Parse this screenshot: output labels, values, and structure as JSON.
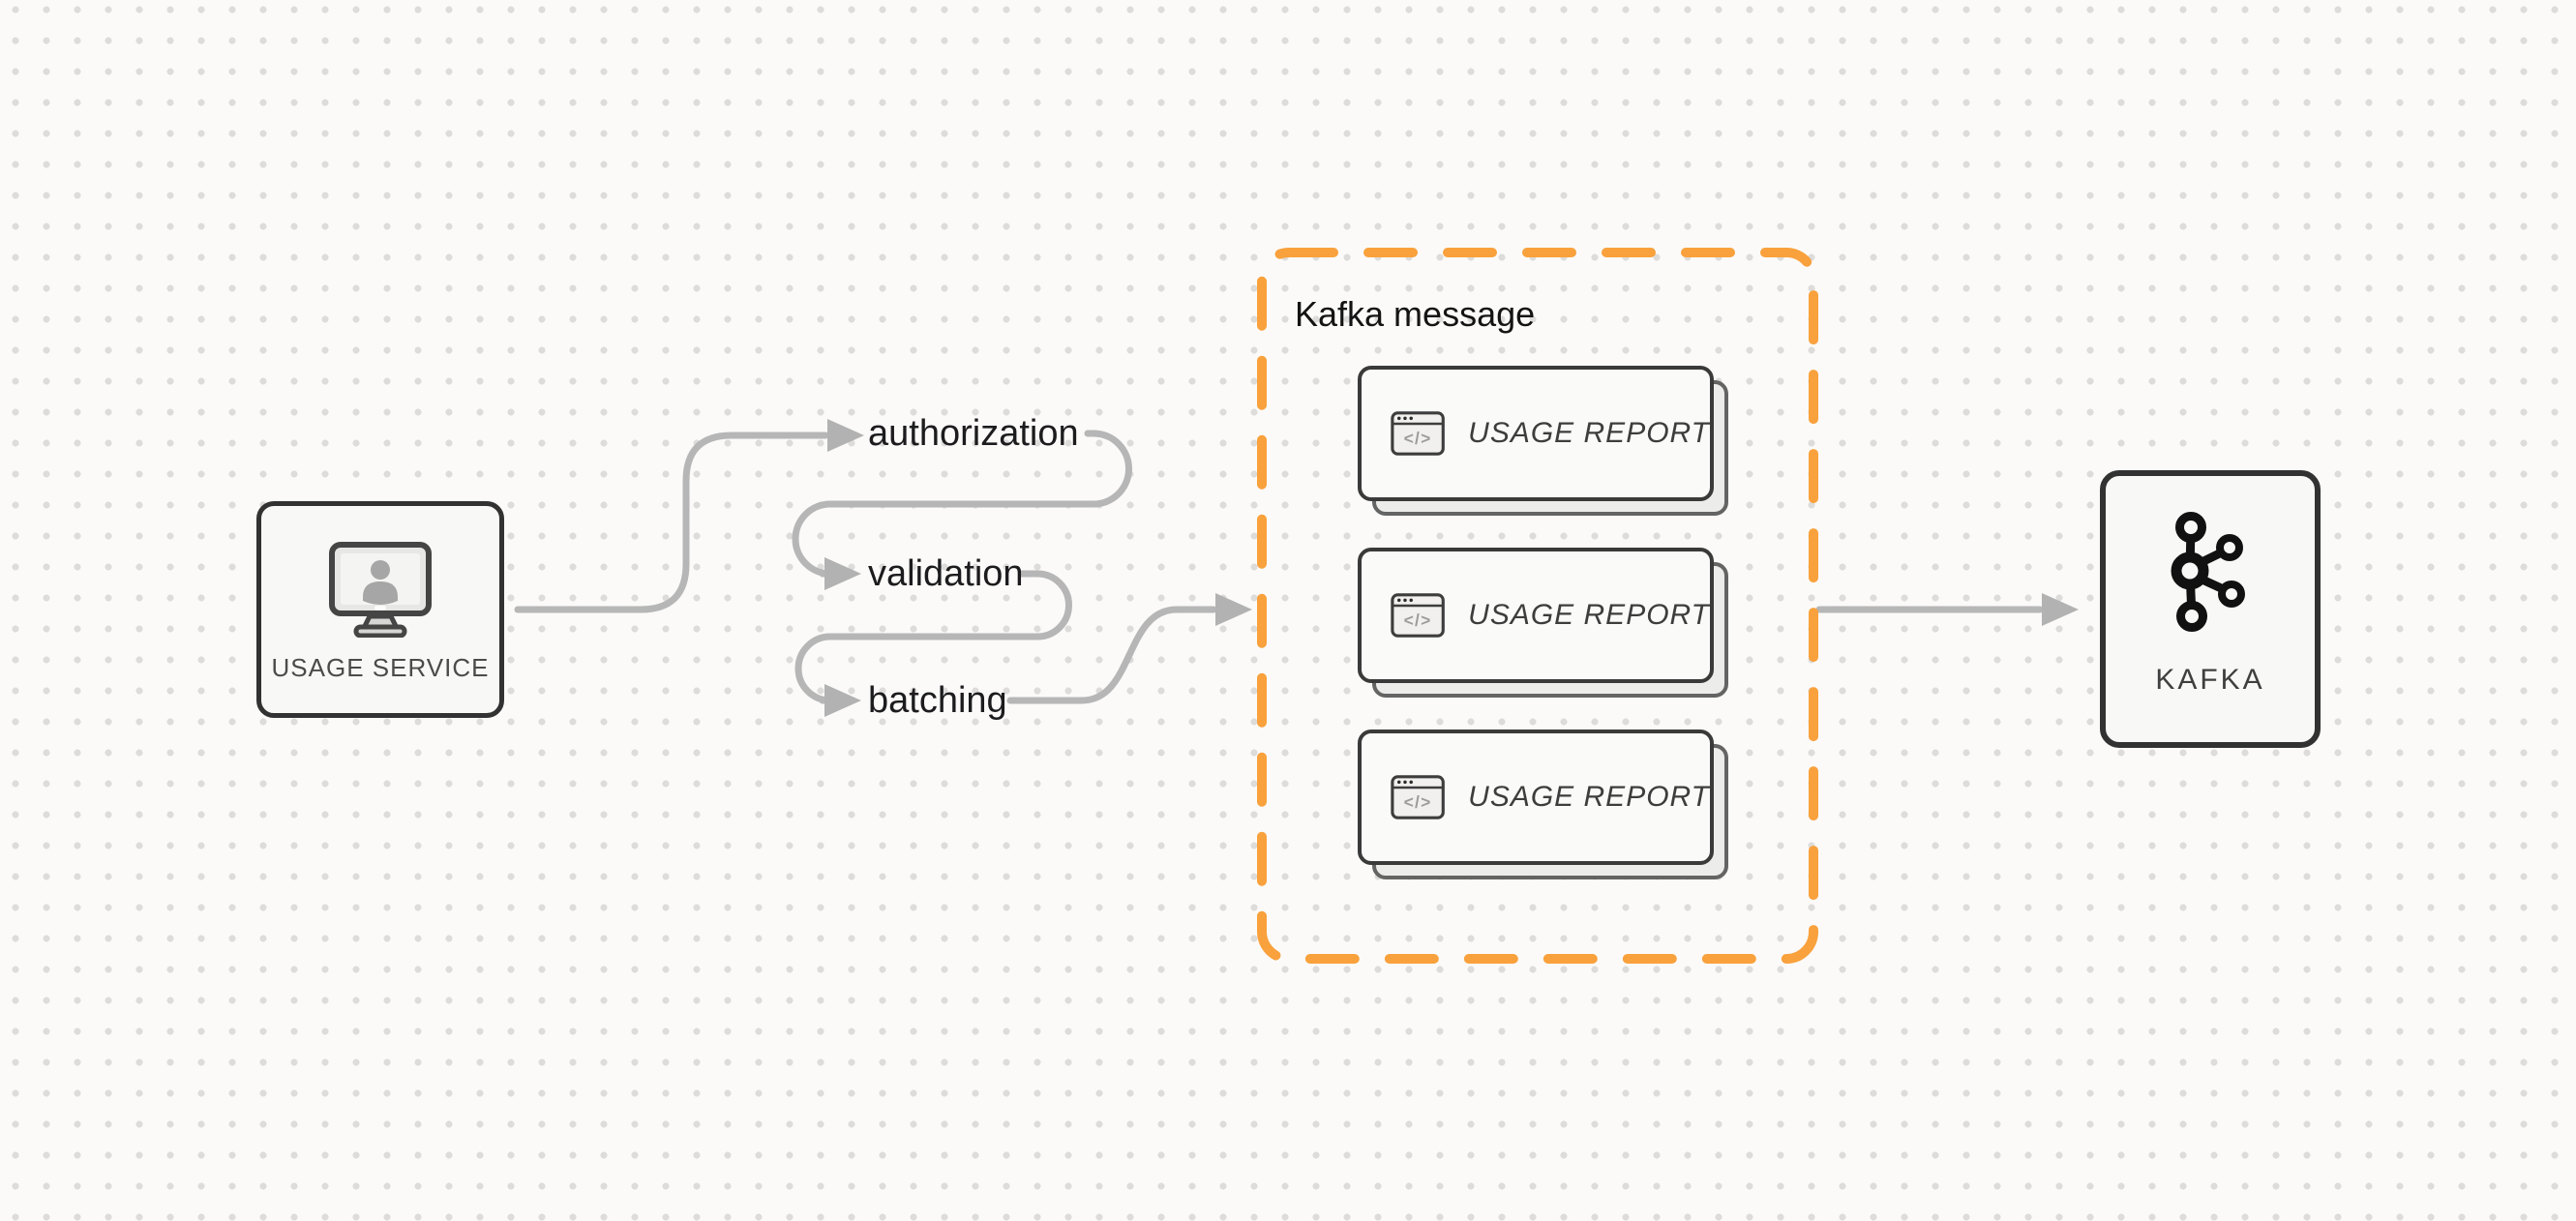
{
  "canvas": {
    "background_color": "#FBFAF9",
    "dot_color": "#DDDCDA"
  },
  "palette": {
    "accent_orange": "#F9A13C",
    "arrow_gray": "#B6B6B6",
    "node_border_dark": "#323232",
    "text_dark": "#1C1C1E",
    "text_muted": "#4B4B4B"
  },
  "usage_service": {
    "label": "USAGE SERVICE"
  },
  "pipeline_steps": [
    {
      "label": "authorization"
    },
    {
      "label": "validation"
    },
    {
      "label": "batching"
    }
  ],
  "kafka_message_group": {
    "title": "Kafka message",
    "cards": [
      {
        "label": "USAGE REPORT"
      },
      {
        "label": "USAGE REPORT"
      },
      {
        "label": "USAGE REPORT"
      }
    ]
  },
  "kafka": {
    "label": "KAFKA"
  }
}
